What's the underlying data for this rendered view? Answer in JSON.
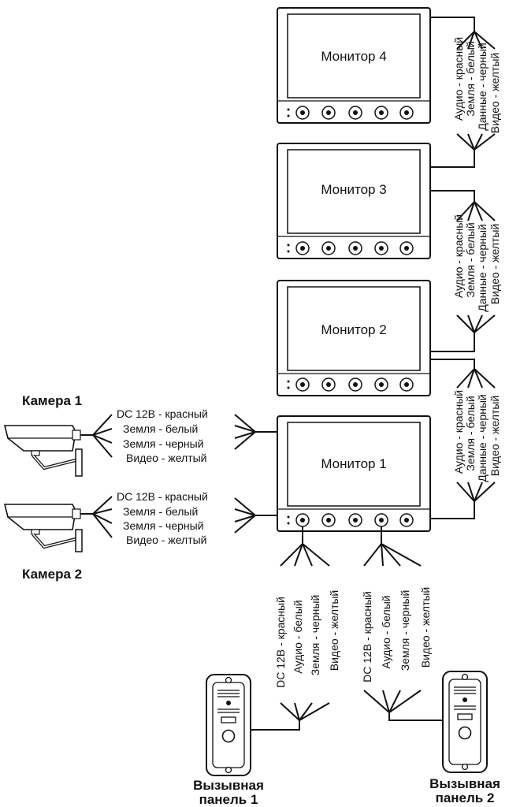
{
  "monitors": [
    {
      "label": "Монитор 4"
    },
    {
      "label": "Монитор 3"
    },
    {
      "label": "Монитор 2"
    },
    {
      "label": "Монитор 1"
    }
  ],
  "bus_wires": [
    "Аудио - красный",
    "Земля - белый",
    "Данные - черный",
    "Видео - желтый"
  ],
  "cameras": [
    {
      "title": "Камера 1",
      "wires": [
        "DC 12В - красный",
        "Земля - белый",
        "Земля - черный",
        "Видео - желтый"
      ]
    },
    {
      "title": "Камера 2",
      "wires": [
        "DC 12В - красный",
        "Земля - белый",
        "Земля - черный",
        "Видео - желтый"
      ]
    }
  ],
  "panel_wires": [
    "DC 12В - красный",
    "Аудио - белый",
    "Земля - черный",
    "Видео - желтый"
  ],
  "panels": [
    {
      "line1": "Вызывная",
      "line2": "панель 1"
    },
    {
      "line1": "Вызывная",
      "line2": "панель 2"
    }
  ]
}
